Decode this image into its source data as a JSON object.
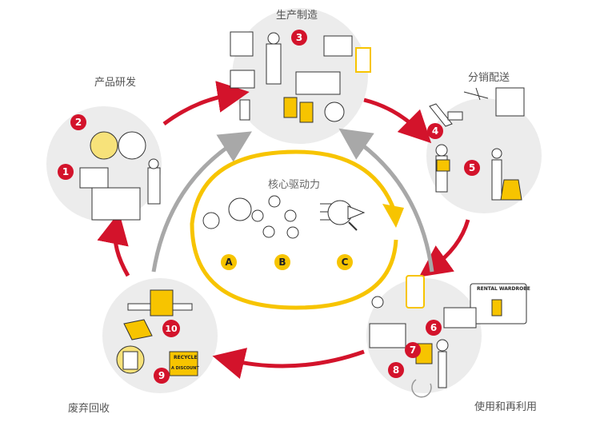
{
  "stages": {
    "rd": {
      "label": "产品研发",
      "steps": [
        "1",
        "2"
      ]
    },
    "manufacturing": {
      "label": "生产制造",
      "steps": [
        "3"
      ]
    },
    "distribution": {
      "label": "分销配送",
      "steps": [
        "4",
        "5"
      ]
    },
    "use_reuse": {
      "label": "使用和再利用",
      "steps": [
        "6",
        "7",
        "8"
      ],
      "screen_title": "RENTAL WARDROBE"
    },
    "recycling": {
      "label": "废弃回收",
      "steps": [
        "9",
        "10"
      ],
      "bin_text": "RECYCLE",
      "bin_subtext": "A DISCOUNT"
    }
  },
  "core": {
    "title": "核心驱动力",
    "drivers": [
      "A",
      "B",
      "C"
    ]
  },
  "colors": {
    "red": "#d3132b",
    "yellow": "#f7c400",
    "gray_arrow": "#a8a8a8",
    "stage_bg": "#ececec",
    "label_text": "#555555"
  }
}
